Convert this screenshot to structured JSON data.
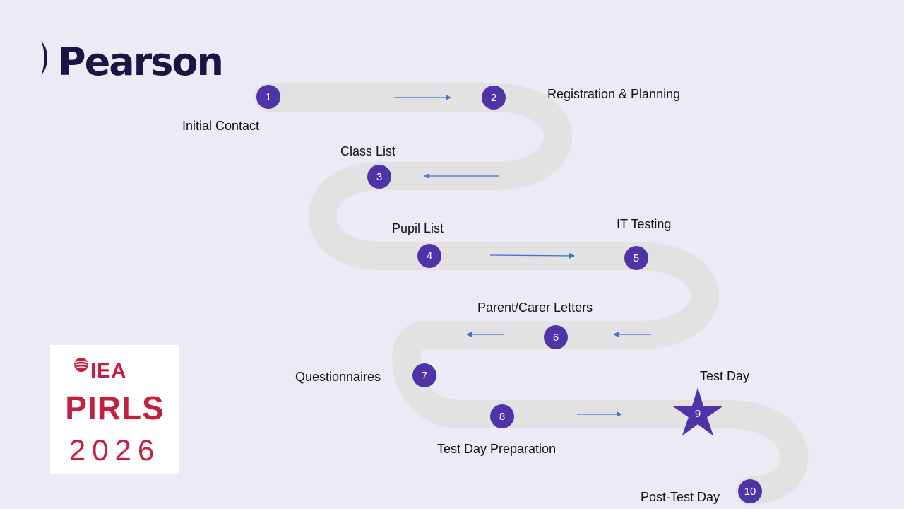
{
  "brand": {
    "name": "Pearson"
  },
  "logo": {
    "org": "IEA",
    "study": "PIRLS",
    "year": "2026"
  },
  "colors": {
    "background": "#eceaf4",
    "road": "#e2e2e2",
    "node": "#4f34a8",
    "arrow": "#4472c4",
    "brand": "#1c1445",
    "logo_red": "#c41f3e"
  },
  "steps": [
    {
      "number": "1",
      "label": "Initial Contact"
    },
    {
      "number": "2",
      "label": "Registration & Planning"
    },
    {
      "number": "3",
      "label": "Class List"
    },
    {
      "number": "4",
      "label": "Pupil List"
    },
    {
      "number": "5",
      "label": "IT Testing"
    },
    {
      "number": "6",
      "label": "Parent/Carer Letters"
    },
    {
      "number": "7",
      "label": "Questionnaires"
    },
    {
      "number": "8",
      "label": "Test Day Preparation"
    },
    {
      "number": "9",
      "label": "Test Day",
      "marker": "star"
    },
    {
      "number": "10",
      "label": "Post-Test Day"
    }
  ]
}
